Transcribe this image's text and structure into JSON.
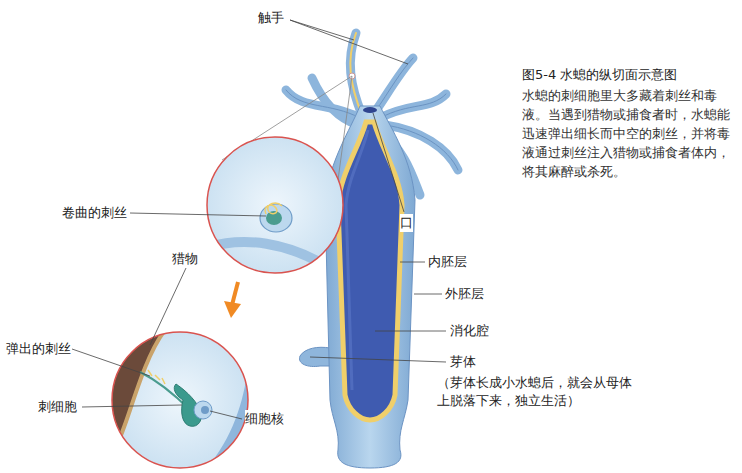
{
  "diagram": {
    "title": "图5-4 水螅的纵切面示意图",
    "caption": "水螅的刺细胞里大多藏着刺丝和毒液。当遇到猎物或捕食者时，水螅能迅速弹出细长而中空的刺丝，并将毒液通过刺丝注入猎物或捕食者体内，将其麻醉或杀死。",
    "labels": [
      "触手",
      "卷曲的刺丝",
      "口",
      "内胚层",
      "外胚层",
      "猎物",
      "消化腔",
      "弹出的刺丝",
      "芽体",
      "（芽体长成小水螅后，就会从母体上脱落下来，独立生活）",
      "刺细胞",
      "细胞核"
    ]
  }
}
